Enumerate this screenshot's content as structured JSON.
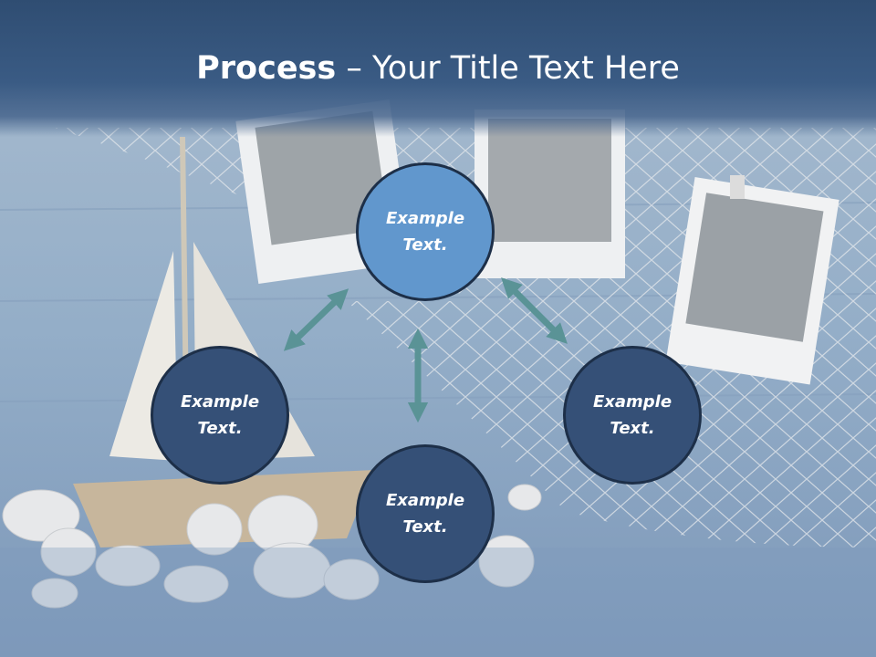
{
  "title": {
    "bold": "Process",
    "rest": " – Your Title Text Here"
  },
  "nodes": [
    {
      "line1": "Example",
      "line2": "Text."
    },
    {
      "line1": "Example",
      "line2": "Text."
    },
    {
      "line1": "Example",
      "line2": "Text."
    },
    {
      "line1": "Example",
      "line2": "Text."
    }
  ],
  "colors": {
    "header": "#345580",
    "node_dark": "#355077",
    "node_light": "#6197cd",
    "arrow": "#5a9396"
  }
}
